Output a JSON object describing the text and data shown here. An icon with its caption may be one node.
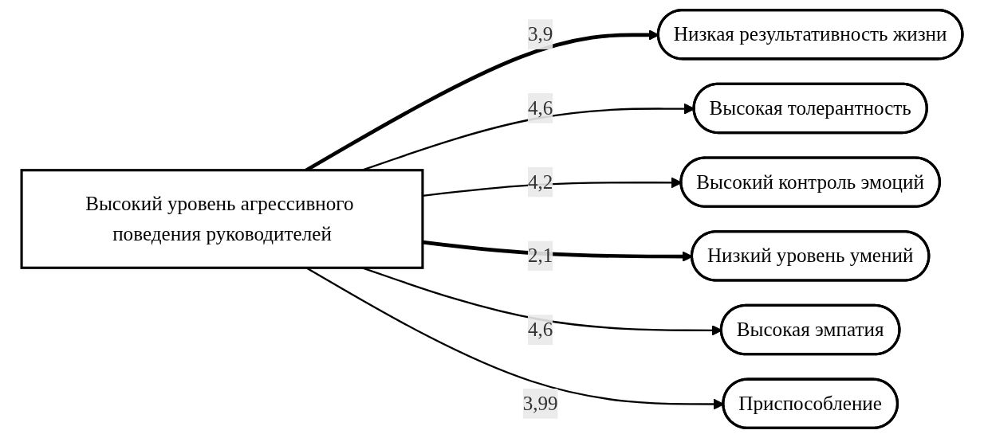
{
  "diagram": {
    "nodes": [
      {
        "text": [
          "Высокий уровень агрессивного поведения руководителей"
        ]
      },
      {
        "text": [
          "Низкая результативность жизни"
        ]
      },
      {
        "text": [
          "Высокая толерантность"
        ]
      },
      {
        "text": [
          "Высокий контроль эмоций"
        ]
      },
      {
        "text": [
          "Низкий уровень умений"
        ]
      },
      {
        "text": [
          "Высокая эмпатия"
        ]
      },
      {
        "text": [
          "Приспособление"
        ]
      }
    ],
    "edges": [
      {
        "from": 0,
        "to": 1,
        "arrow": "to",
        "label": "3,9",
        "style": "thick"
      },
      {
        "from": 0,
        "to": 2,
        "arrow": "to",
        "label": "4,6"
      },
      {
        "from": 0,
        "to": 3,
        "arrow": "to",
        "label": "4,2"
      },
      {
        "from": 0,
        "to": 4,
        "arrow": "to",
        "label": "2,1",
        "style": "thick"
      },
      {
        "from": 0,
        "to": 5,
        "arrow": "to",
        "label": "4,6"
      },
      {
        "from": 0,
        "to": 6,
        "arrow": "to",
        "label": "3,99"
      }
    ]
  }
}
